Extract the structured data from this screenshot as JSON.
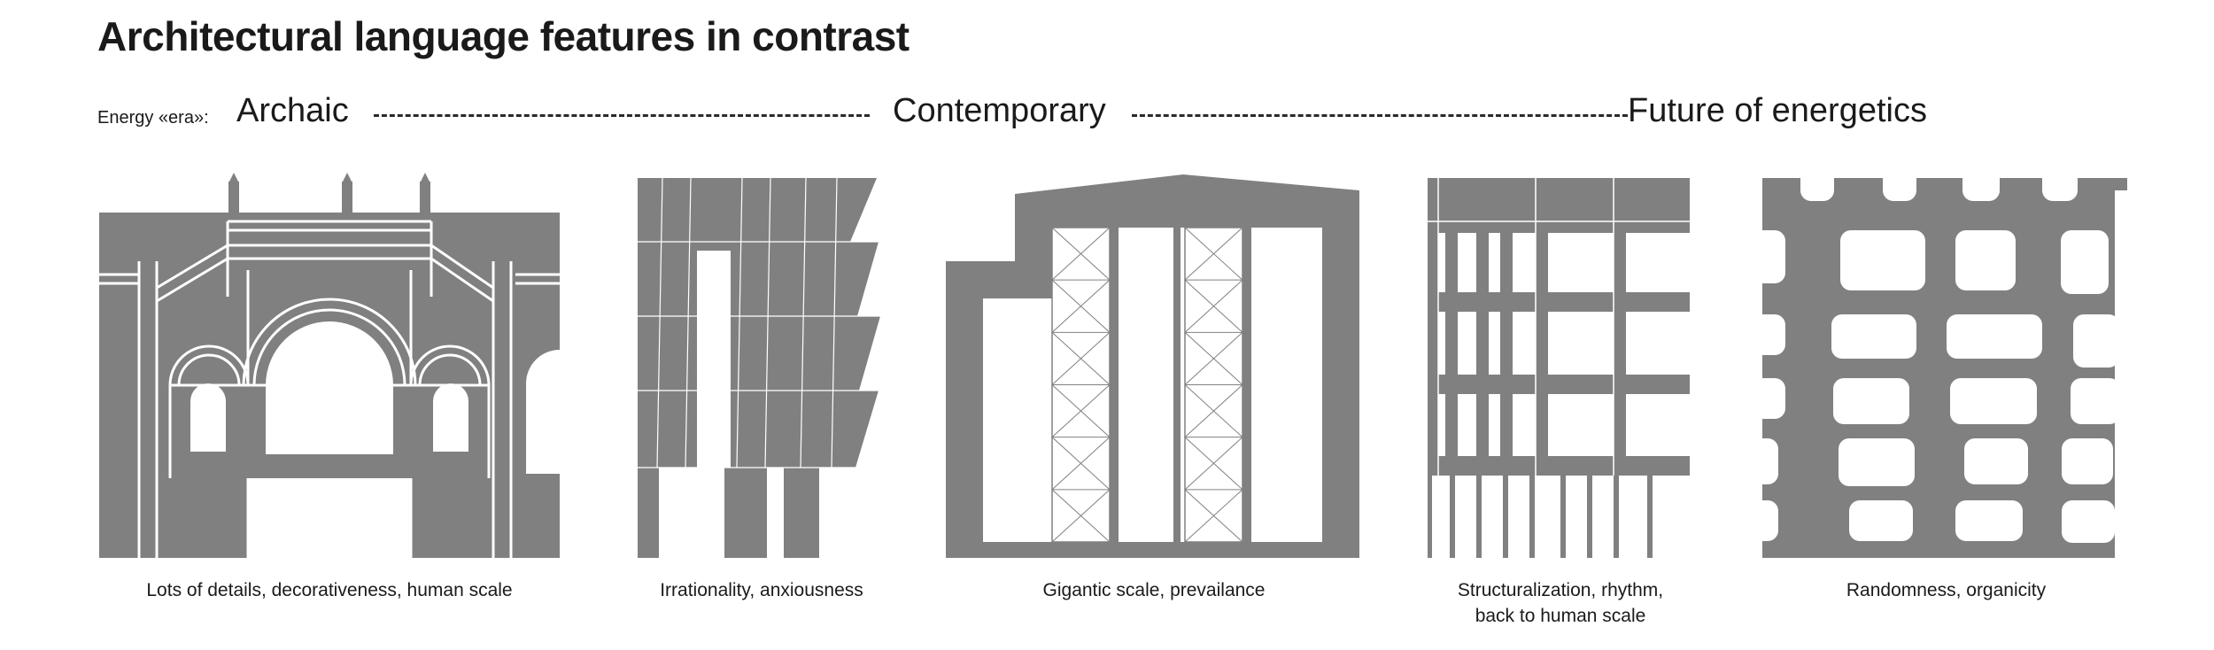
{
  "title": "Architectural language features in contrast",
  "era": {
    "label": "Energy «era»:",
    "stages": [
      "Archaic",
      "Contemporary",
      "Future of energetics"
    ]
  },
  "panels": [
    {
      "id": "archaic",
      "caption": [
        "Lots of details, decorativeness, human scale"
      ]
    },
    {
      "id": "irrational",
      "caption": [
        "Irrationality, anxiousness"
      ]
    },
    {
      "id": "gigantic",
      "caption": [
        "Gigantic scale, prevailance"
      ]
    },
    {
      "id": "structural",
      "caption": [
        "Structuralization, rhythm,",
        "back to human scale"
      ]
    },
    {
      "id": "organic",
      "caption": [
        "Randomness, organicity"
      ]
    }
  ],
  "colors": {
    "fill": "#808080",
    "background": "#ffffff",
    "text": "#1a1a1a"
  }
}
